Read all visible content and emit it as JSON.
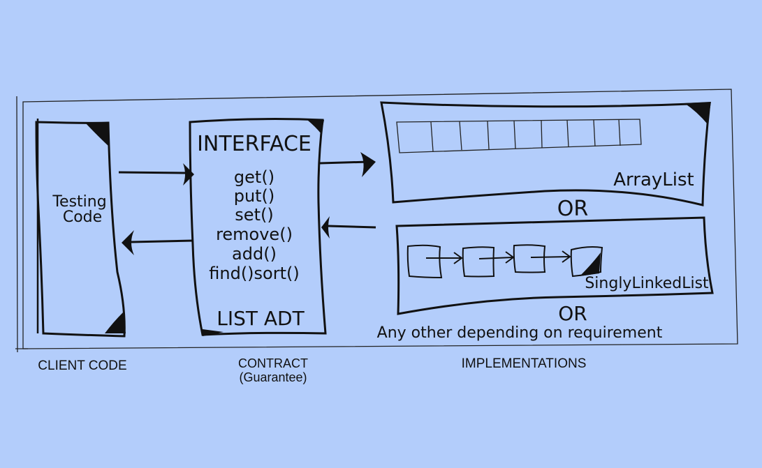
{
  "client": {
    "box_text": [
      "Testing",
      "Code"
    ],
    "caption": "CLIENT CODE"
  },
  "contract": {
    "title": "INTERFACE",
    "methods": [
      "get()",
      "put()",
      "set()",
      "remove()",
      "add()",
      "find()sort()"
    ],
    "footer": "LIST ADT",
    "caption": [
      "CONTRACT",
      "(Guarantee)"
    ]
  },
  "implementations": {
    "arraylist_label": "ArrayList",
    "or_label": "OR",
    "linkedlist_label": "SinglyLinkedList",
    "other_label": "Any other depending on requirement",
    "caption": "IMPLEMENTATIONS"
  },
  "colors": {
    "background": "#b3cdfb",
    "ink": "#111111"
  }
}
